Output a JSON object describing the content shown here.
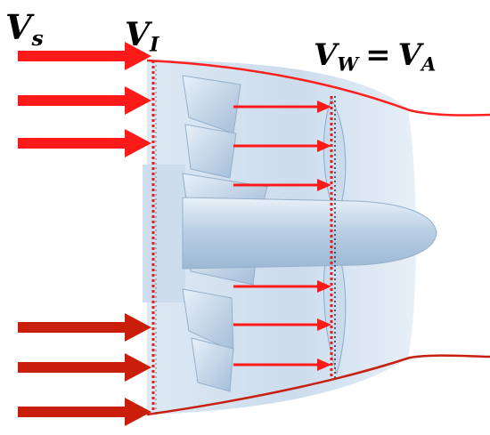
{
  "labels": {
    "vs": {
      "main": "V",
      "sub": "s"
    },
    "vi": {
      "main": "V",
      "sub": "I"
    },
    "vwa": {
      "left_main": "V",
      "left_sub": "W",
      "operator": "=",
      "right_main": "V",
      "right_sub": "A"
    }
  },
  "colors": {
    "arrow": "#ff1a1a",
    "arrow_dark": "#c81e0a",
    "streamline": "#ff2020",
    "section_line": "#cc2020",
    "duct": "#b9cfe4",
    "blade": "#a9c3dd",
    "text": "#000000"
  },
  "icons": {
    "inflow_arrow": "right-arrow-icon",
    "wake_arrow": "thin-right-arrow-icon"
  }
}
